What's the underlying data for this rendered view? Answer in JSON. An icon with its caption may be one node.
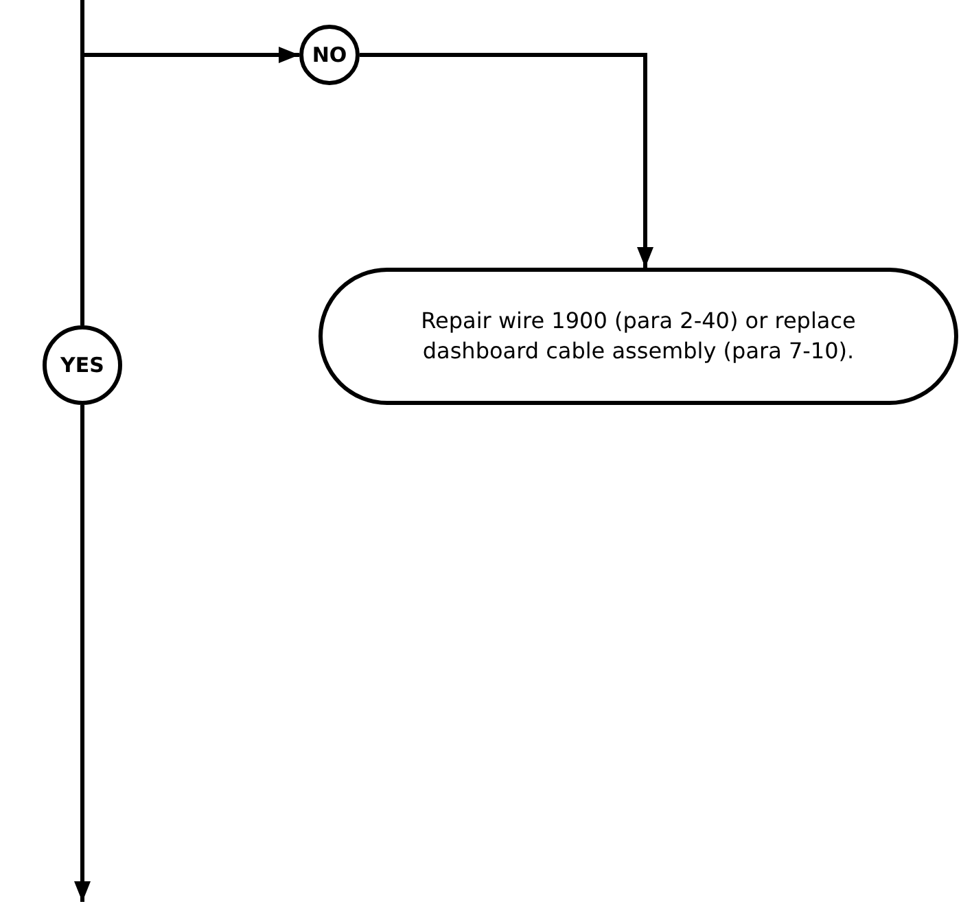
{
  "diagram": {
    "nodes": [
      {
        "text": [
          "NO"
        ]
      },
      {
        "text": [
          "YES"
        ]
      },
      {
        "text": [
          "Repair wire 1900 (para 2-40) or replace dashboard cable assembly (para 7-10)."
        ]
      }
    ],
    "edges": [
      {
        "from": null,
        "to": 0,
        "arrow": "to"
      },
      {
        "from": null,
        "to": 1,
        "arrow": "none"
      },
      {
        "from": 0,
        "to": 2,
        "arrow": "to"
      },
      {
        "from": 1,
        "to": null,
        "arrow": "to"
      }
    ]
  }
}
